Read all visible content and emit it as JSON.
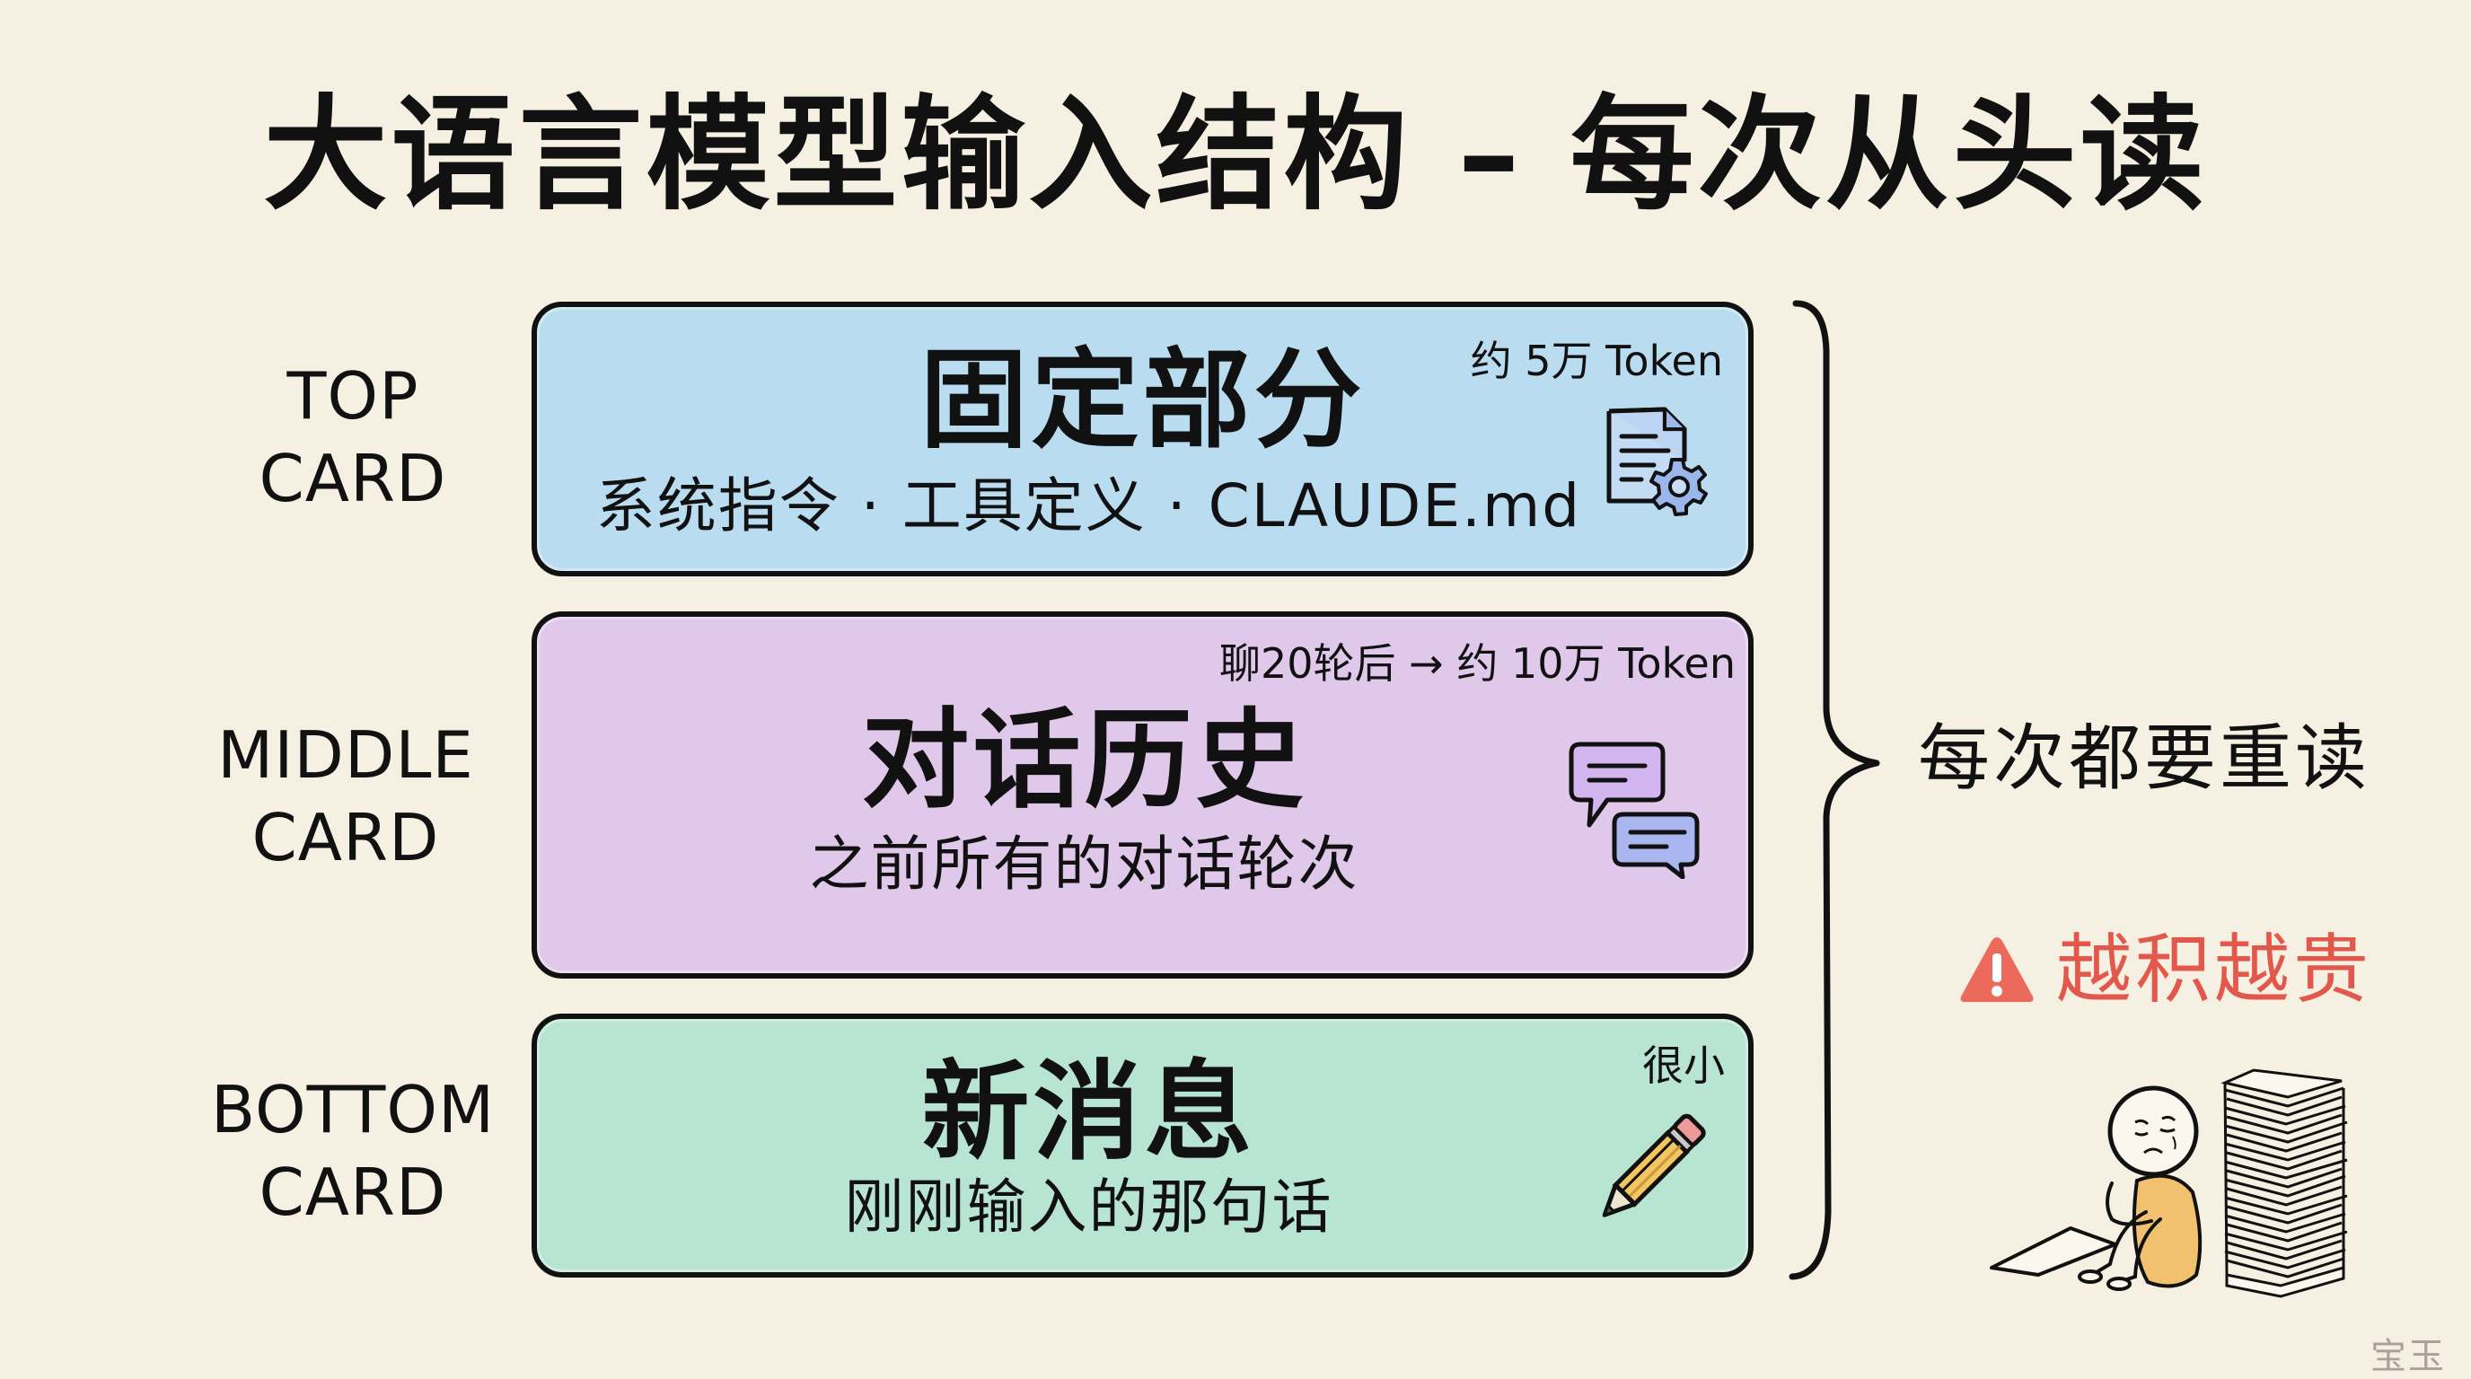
{
  "title": "大语言模型输入结构 – 每次从头读",
  "side_labels": [
    {
      "line1": "TOP",
      "line2": "CARD"
    },
    {
      "line1": "MIDDLE",
      "line2": "CARD"
    },
    {
      "line1": "BOTTOM",
      "line2": "CARD"
    }
  ],
  "cards": {
    "top": {
      "title": "固定部分",
      "subtitle": "系统指令 · 工具定义 · CLAUDE.md",
      "note": "约 5万 Token",
      "icon": "document-gear-icon",
      "color": "#b9dcf0"
    },
    "middle": {
      "title": "对话历史",
      "subtitle": "之前所有的对话轮次",
      "note": "聊20轮后 → 约 10万 Token",
      "icon": "chat-bubbles-icon",
      "color": "#e0c8ea"
    },
    "bottom": {
      "title": "新消息",
      "subtitle": "刚刚输入的那句话",
      "note": "很小",
      "icon": "pencil-icon",
      "color": "#b7e4d3"
    }
  },
  "brace": {
    "label": "每次都要重读"
  },
  "warning": {
    "icon": "warning-triangle-icon",
    "text": "越积越贵",
    "color": "#e2584c"
  },
  "illustration": {
    "description": "sad-person-with-paper-stack"
  },
  "watermark": "宝玉"
}
